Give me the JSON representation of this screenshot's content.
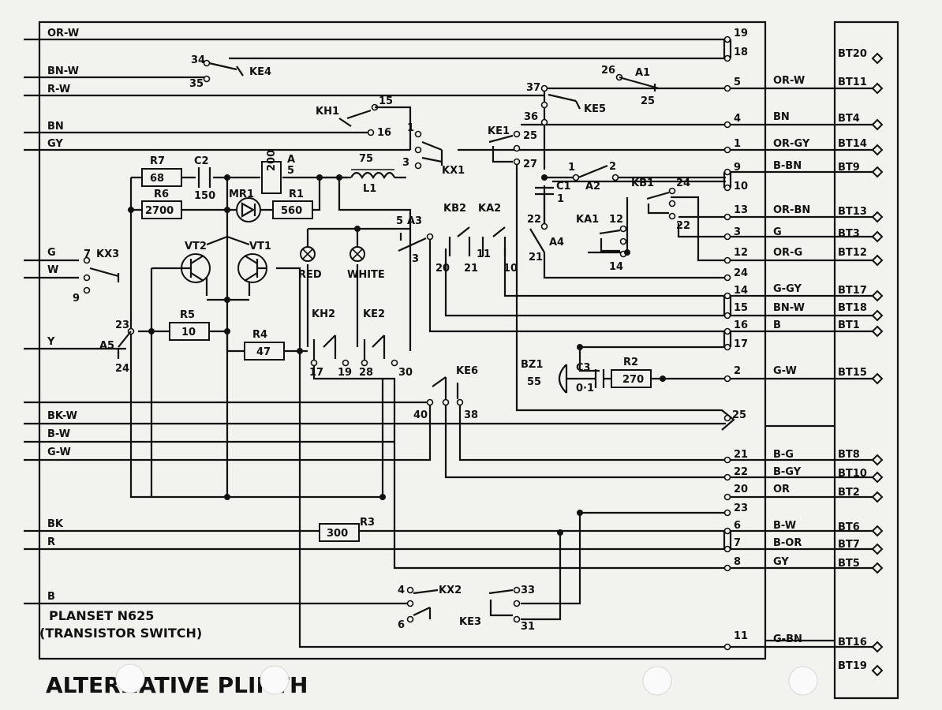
{
  "title": {
    "main": "ALTERNATIVE PLINTH",
    "line1": "PLANSET N625",
    "line2": "(TRANSISTOR SWITCH)"
  },
  "left_wires": [
    "OR-W",
    "BN-W",
    "R-W",
    "BN",
    "GY",
    "G",
    "W",
    "Y",
    "BK-W",
    "B-W",
    "G-W",
    "BK",
    "R",
    "B"
  ],
  "components": {
    "R7": {
      "ref": "R7",
      "value": "68"
    },
    "R6": {
      "ref": "R6",
      "value": "2700"
    },
    "C2": {
      "ref": "C2",
      "value": "150"
    },
    "R1": {
      "ref": "R1",
      "value": "560"
    },
    "MR1": {
      "ref": "MR1"
    },
    "A": {
      "ref": "A",
      "value": "200",
      "pin": "5"
    },
    "L1": {
      "ref": "L1",
      "value": "75"
    },
    "VT1": {
      "ref": "VT1"
    },
    "VT2": {
      "ref": "VT2"
    },
    "R5": {
      "ref": "R5",
      "value": "10"
    },
    "R4": {
      "ref": "R4",
      "value": "47"
    },
    "R3": {
      "ref": "R3",
      "value": "300"
    },
    "C1": {
      "ref": "C1",
      "value": "1"
    },
    "C3": {
      "ref": "C3",
      "value": "0·1"
    },
    "R2": {
      "ref": "R2",
      "value": "270"
    },
    "BZ1": {
      "ref": "BZ1",
      "value": "55"
    },
    "RED": {
      "ref": "RED"
    },
    "WHITE": {
      "ref": "WHITE"
    }
  },
  "contacts": {
    "KE4": {
      "ref": "KE4",
      "pins": [
        "34",
        "35"
      ]
    },
    "KH1": {
      "ref": "KH1",
      "pins": [
        "15",
        "16"
      ]
    },
    "KX1": {
      "ref": "KX1",
      "pins": [
        "1",
        "3"
      ]
    },
    "KE1": {
      "ref": "KE1",
      "pins": [
        "25",
        "27"
      ]
    },
    "KE5": {
      "ref": "KE5",
      "pins": [
        "37",
        "36"
      ]
    },
    "A1": {
      "ref": "A1",
      "pins": [
        "26",
        "25"
      ]
    },
    "A2": {
      "ref": "A2",
      "pins": [
        "1",
        "2"
      ]
    },
    "KB1": {
      "ref": "KB1",
      "pins": [
        "24",
        "22"
      ]
    },
    "KA1": {
      "ref": "KA1",
      "pins": [
        "12",
        "14"
      ]
    },
    "A4": {
      "ref": "A4",
      "pins": [
        "22",
        "21"
      ]
    },
    "A3": {
      "ref": "A3",
      "pins": [
        "5",
        "3"
      ]
    },
    "KB2": {
      "ref": "KB2",
      "pins": [
        "20",
        "21"
      ]
    },
    "KA2": {
      "ref": "KA2",
      "pins": [
        "11",
        "10"
      ]
    },
    "KX3": {
      "ref": "KX3",
      "pins": [
        "7",
        "9"
      ]
    },
    "A5": {
      "ref": "A5",
      "pins": [
        "23",
        "24"
      ]
    },
    "KH2": {
      "ref": "KH2",
      "pins": [
        "17",
        "19"
      ]
    },
    "KE2": {
      "ref": "KE2",
      "pins": [
        "28",
        "30"
      ]
    },
    "KE6": {
      "ref": "KE6",
      "pins": [
        "40",
        "38"
      ]
    },
    "KX2": {
      "ref": "KX2",
      "pins": [
        "4",
        "6"
      ]
    },
    "KE3": {
      "ref": "KE3",
      "pins": [
        "33",
        "31"
      ]
    }
  },
  "terminals": [
    "19",
    "18",
    "5",
    "4",
    "1",
    "9",
    "10",
    "13",
    "3",
    "12",
    "24",
    "14",
    "15",
    "16",
    "17",
    "2",
    "25",
    "21",
    "22",
    "20",
    "23",
    "6",
    "7",
    "8",
    "11"
  ],
  "right_wires": [
    "OR-W",
    "BN",
    "OR-GY",
    "B-BN",
    "OR-BN",
    "G",
    "OR-G",
    "G-GY",
    "BN-W",
    "B",
    "G-W",
    "B-G",
    "B-GY",
    "OR",
    "B-W",
    "B-OR",
    "GY",
    "G-BN"
  ],
  "bt_terminals": [
    "BT20",
    "BT11",
    "BT4",
    "BT14",
    "BT9",
    "BT13",
    "BT3",
    "BT12",
    "BT17",
    "BT18",
    "BT1",
    "BT15",
    "BT8",
    "BT10",
    "BT2",
    "BT6",
    "BT7",
    "BT5",
    "BT16",
    "BT19"
  ]
}
